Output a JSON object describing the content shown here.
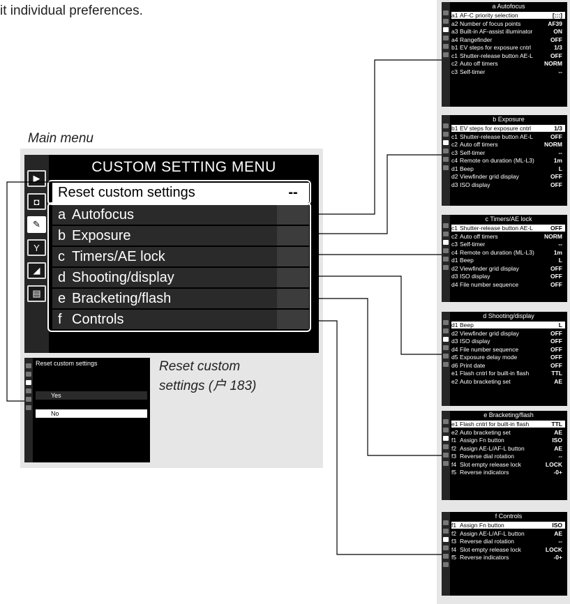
{
  "intro_text": "it individual preferences.",
  "main_caption": "Main menu",
  "main_menu": {
    "title": "CUSTOM SETTING MENU",
    "sidebar_icons": [
      "playback-icon",
      "camera-icon",
      "pencil-icon",
      "wrench-icon",
      "retouch-icon",
      "my-menu-icon"
    ],
    "reset": {
      "label": "Reset custom settings",
      "value": "--"
    },
    "groups": [
      {
        "letter": "a",
        "label": "Autofocus"
      },
      {
        "letter": "b",
        "label": "Exposure"
      },
      {
        "letter": "c",
        "label": "Timers/AE lock"
      },
      {
        "letter": "d",
        "label": "Shooting/display"
      },
      {
        "letter": "e",
        "label": "Bracketing/flash"
      },
      {
        "letter": "f",
        "label": "Controls"
      }
    ]
  },
  "reset_screen": {
    "title": "Reset custom settings",
    "options": [
      "Yes",
      "No"
    ],
    "selected": "No"
  },
  "reset_caption": {
    "line1": "Reset custom",
    "line2": "settings (⼾ 183)"
  },
  "submenus": [
    {
      "title": "a Autofocus",
      "rows": [
        {
          "code": "a1",
          "label": "AF-C priority selection",
          "value": "[:::]"
        },
        {
          "code": "a2",
          "label": "Number of focus points",
          "value": "AF39"
        },
        {
          "code": "a3",
          "label": "Built-in AF-assist illuminator",
          "value": "ON"
        },
        {
          "code": "a4",
          "label": "Rangefinder",
          "value": "OFF"
        },
        {
          "code": "b1",
          "label": "EV steps for exposure cntrl",
          "value": "1/3"
        },
        {
          "code": "c1",
          "label": "Shutter-release button AE-L",
          "value": "OFF"
        },
        {
          "code": "c2",
          "label": "Auto off timers",
          "value": "NORM"
        },
        {
          "code": "c3",
          "label": "Self-timer",
          "value": "--"
        }
      ]
    },
    {
      "title": "b Exposure",
      "rows": [
        {
          "code": "b1",
          "label": "EV steps for exposure cntrl",
          "value": "1/3"
        },
        {
          "code": "c1",
          "label": "Shutter-release button AE-L",
          "value": "OFF"
        },
        {
          "code": "c2",
          "label": "Auto off timers",
          "value": "NORM"
        },
        {
          "code": "c3",
          "label": "Self-timer",
          "value": "--"
        },
        {
          "code": "c4",
          "label": "Remote on duration (ML-L3)",
          "value": "1m"
        },
        {
          "code": "d1",
          "label": "Beep",
          "value": "L"
        },
        {
          "code": "d2",
          "label": "Viewfinder grid display",
          "value": "OFF"
        },
        {
          "code": "d3",
          "label": "ISO display",
          "value": "OFF"
        }
      ]
    },
    {
      "title": "c Timers/AE lock",
      "rows": [
        {
          "code": "c1",
          "label": "Shutter-release button AE-L",
          "value": "OFF"
        },
        {
          "code": "c2",
          "label": "Auto off timers",
          "value": "NORM"
        },
        {
          "code": "c3",
          "label": "Self-timer",
          "value": "--"
        },
        {
          "code": "c4",
          "label": "Remote on duration (ML-L3)",
          "value": "1m"
        },
        {
          "code": "d1",
          "label": "Beep",
          "value": "L"
        },
        {
          "code": "d2",
          "label": "Viewfinder grid display",
          "value": "OFF"
        },
        {
          "code": "d3",
          "label": "ISO display",
          "value": "OFF"
        },
        {
          "code": "d4",
          "label": "File number sequence",
          "value": "OFF"
        }
      ]
    },
    {
      "title": "d Shooting/display",
      "rows": [
        {
          "code": "d1",
          "label": "Beep",
          "value": "L"
        },
        {
          "code": "d2",
          "label": "Viewfinder grid display",
          "value": "OFF"
        },
        {
          "code": "d3",
          "label": "ISO display",
          "value": "OFF"
        },
        {
          "code": "d4",
          "label": "File number sequence",
          "value": "OFF"
        },
        {
          "code": "d5",
          "label": "Exposure delay mode",
          "value": "OFF"
        },
        {
          "code": "d6",
          "label": "Print date",
          "value": "OFF"
        },
        {
          "code": "e1",
          "label": "Flash cntrl for built-in flash",
          "value": "TTL"
        },
        {
          "code": "e2",
          "label": "Auto bracketing set",
          "value": "AE"
        }
      ]
    },
    {
      "title": "e Bracketing/flash",
      "rows": [
        {
          "code": "e1",
          "label": "Flash cntrl for built-in flash",
          "value": "TTL"
        },
        {
          "code": "e2",
          "label": "Auto bracketing set",
          "value": "AE"
        },
        {
          "code": "f1",
          "label": "Assign Fn button",
          "value": "ISO"
        },
        {
          "code": "f2",
          "label": "Assign AE-L/AF-L button",
          "value": "AE"
        },
        {
          "code": "f3",
          "label": "Reverse dial rotation",
          "value": "--"
        },
        {
          "code": "f4",
          "label": "Slot empty release lock",
          "value": "LOCK"
        },
        {
          "code": "f5",
          "label": "Reverse indicators",
          "value": "-0+"
        }
      ]
    },
    {
      "title": "f Controls",
      "rows": [
        {
          "code": "f1",
          "label": "Assign Fn button",
          "value": "ISO"
        },
        {
          "code": "f2",
          "label": "Assign AE-L/AF-L button",
          "value": "AE"
        },
        {
          "code": "f3",
          "label": "Reverse dial rotation",
          "value": "--"
        },
        {
          "code": "f4",
          "label": "Slot empty release lock",
          "value": "LOCK"
        },
        {
          "code": "f5",
          "label": "Reverse indicators",
          "value": "-0+"
        }
      ]
    }
  ]
}
